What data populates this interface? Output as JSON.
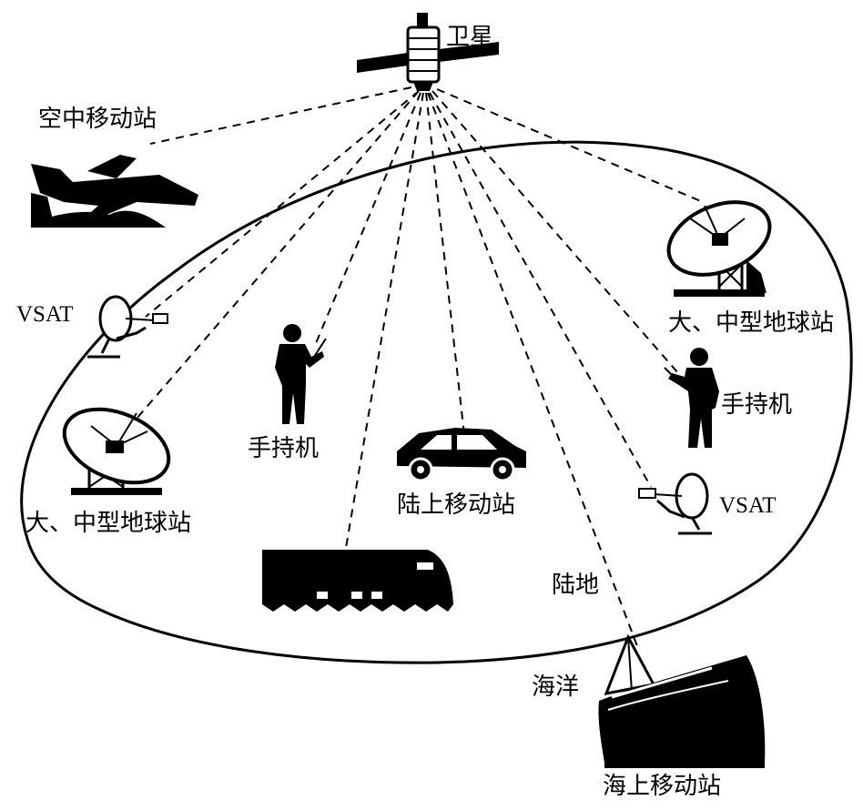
{
  "labels": {
    "satellite": "卫星",
    "air_mobile": "空中移动站",
    "vsat_left": "VSAT",
    "vsat_right": "VSAT",
    "earth_station_right": "大、中型地球站",
    "earth_station_left": "大、中型地球站",
    "handheld_left": "手持机",
    "handheld_right": "手持机",
    "land_mobile": "陆上移动站",
    "land": "陆地",
    "ocean": "海洋",
    "sea_mobile": "海上移动站"
  },
  "colors": {
    "ink": "#000000",
    "background": "#ffffff"
  },
  "icons": [
    "satellite-icon",
    "airplane-icon",
    "vsat-dish-icon",
    "earth-station-dish-icon",
    "handheld-person-icon",
    "car-icon",
    "train-icon",
    "ship-icon"
  ]
}
